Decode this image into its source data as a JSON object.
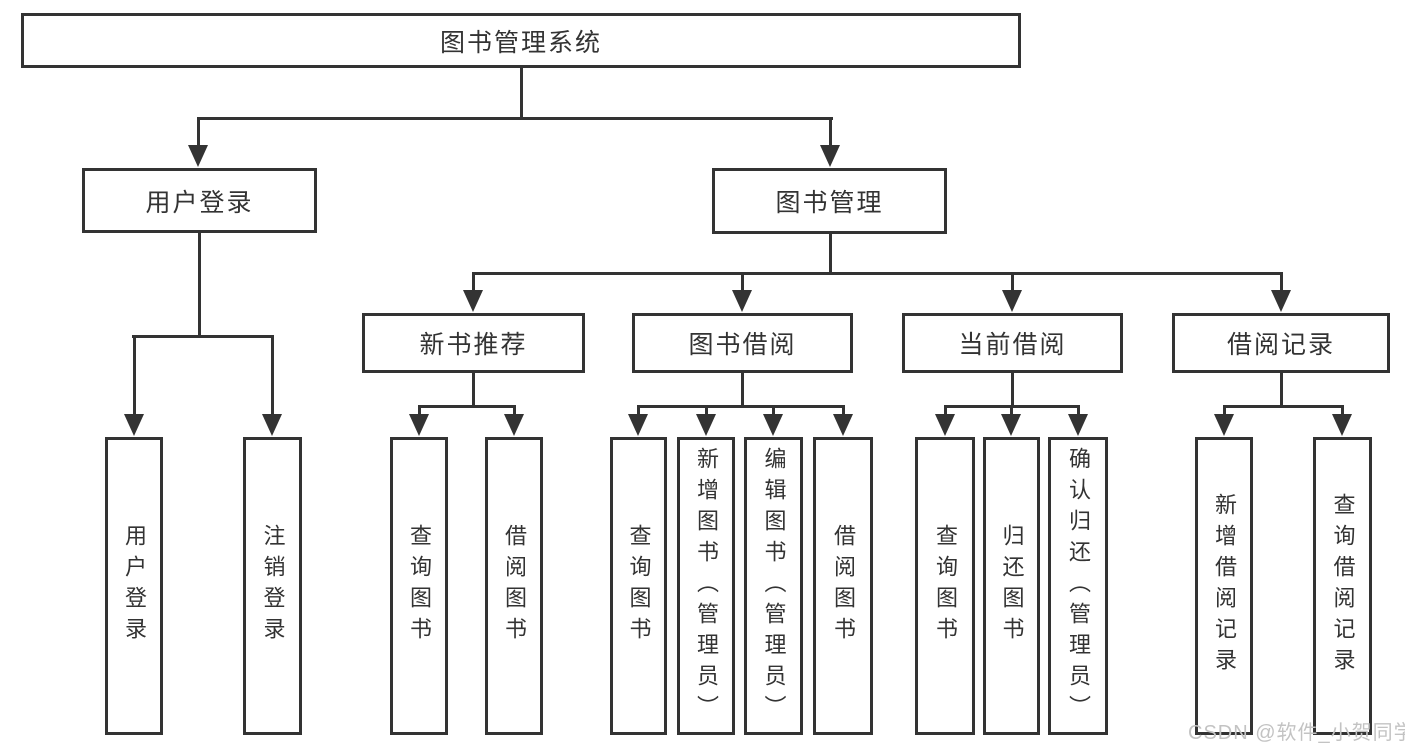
{
  "nodes": {
    "root": "图书管理系统",
    "user_login": "用户登录",
    "book_mgmt": "图书管理",
    "new_book_rec": "新书推荐",
    "book_borrow": "图书借阅",
    "current_borrow": "当前借阅",
    "borrow_records": "借阅记录",
    "ul_user_login": "用户登录",
    "ul_logout": "注销登录",
    "nb_query_book": "查询图书",
    "nb_borrow_book": "借阅图书",
    "bb_query_book": "查询图书",
    "bb_add_book": "新增图书（管理员）",
    "bb_edit_book": "编辑图书（管理员）",
    "bb_borrow_book": "借阅图书",
    "cb_query_book": "查询图书",
    "cb_return_book": "归还图书",
    "cb_confirm_return": "确认归还（管理员）",
    "br_add_record": "新增借阅记录",
    "br_query_record": "查询借阅记录"
  },
  "watermark": "CSDN @软件_小贺同学",
  "colors": {
    "line": "#333333",
    "text": "#333333",
    "box_background": "#ffffff",
    "watermark": "#c3c3c3"
  }
}
